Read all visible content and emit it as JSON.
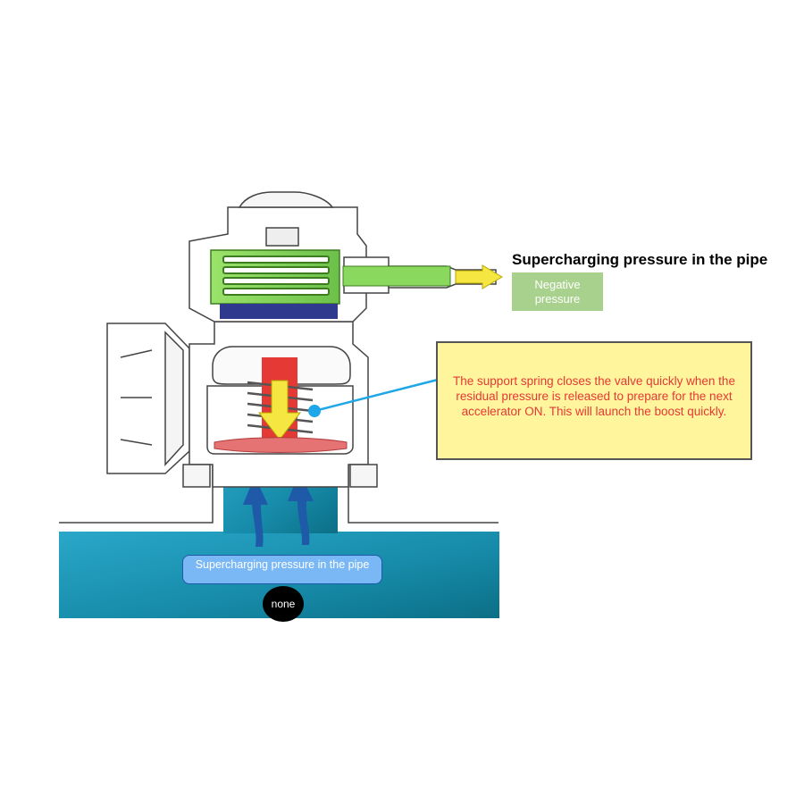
{
  "labels": {
    "top_title": "Supercharging pressure in the pipe",
    "negative_pressure": "Negative pressure",
    "note": "The support spring closes the valve quickly when the residual pressure is released to prepare for the next accelerator ON. This will launch the boost quickly.",
    "pipe_label": "Supercharging pressure in the pipe",
    "none_badge": "none"
  },
  "colors": {
    "pipe_teal": "#1b8fae",
    "spring_green": "#7ed957",
    "diaphragm_navy": "#2f3a8f",
    "piston_red": "#e53935",
    "arrow_yellow": "#f5e642",
    "note_fill": "#fff59d",
    "note_text": "#e53935",
    "label_blue": "#7ab8f5"
  }
}
